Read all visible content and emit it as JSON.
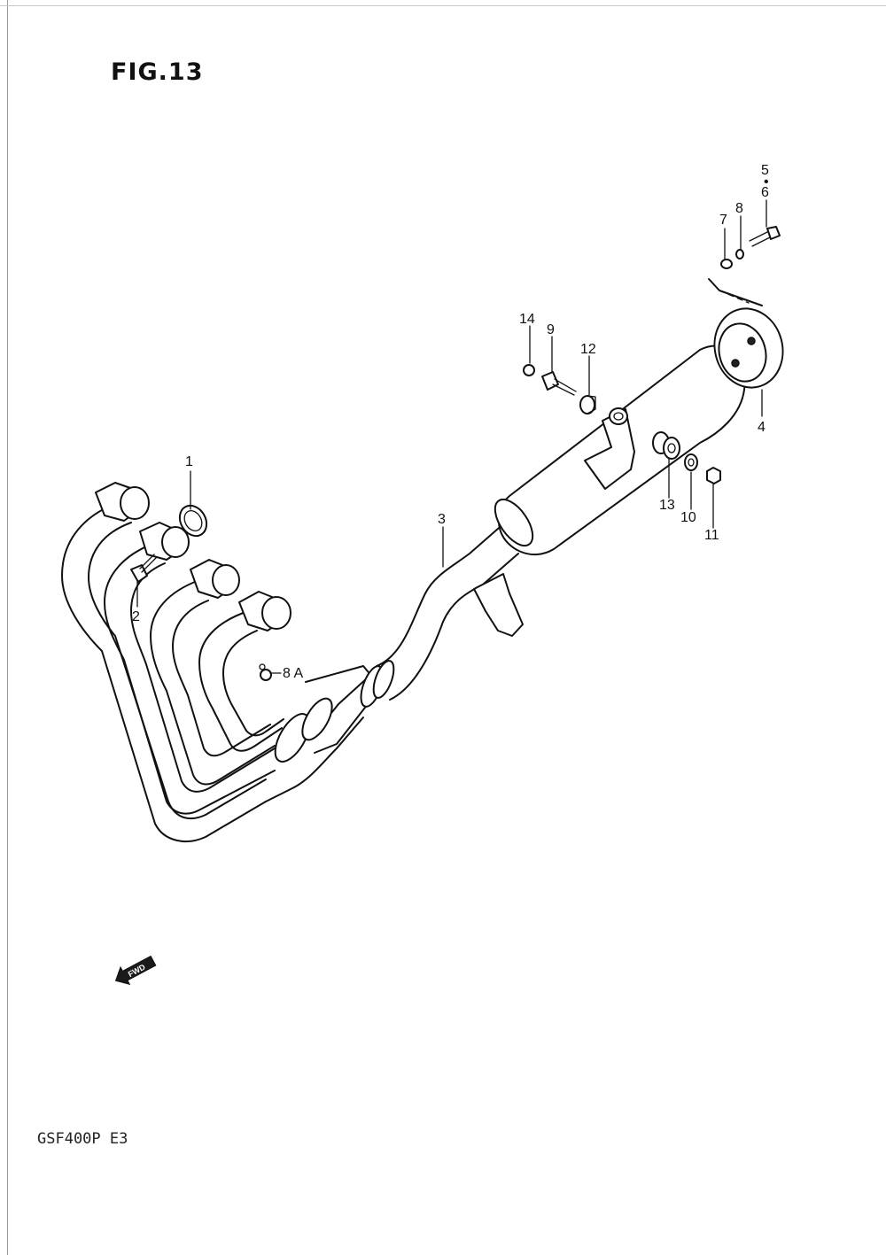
{
  "figure": {
    "title": "FIG.13",
    "model": "GSF400P E3",
    "fwd_label": "FWD"
  },
  "callouts": [
    {
      "id": "c1",
      "text": "1"
    },
    {
      "id": "c2",
      "text": "2"
    },
    {
      "id": "c3",
      "text": "3"
    },
    {
      "id": "c4",
      "text": "4"
    },
    {
      "id": "c5",
      "text": "5"
    },
    {
      "id": "c5dot",
      "text": "•"
    },
    {
      "id": "c6",
      "text": "6"
    },
    {
      "id": "c7",
      "text": "7"
    },
    {
      "id": "c8",
      "text": "8"
    },
    {
      "id": "c8a",
      "text": "8 A"
    },
    {
      "id": "c9",
      "text": "9"
    },
    {
      "id": "c10",
      "text": "10"
    },
    {
      "id": "c11",
      "text": "11"
    },
    {
      "id": "c12",
      "text": "12"
    },
    {
      "id": "c13",
      "text": "13"
    },
    {
      "id": "c14",
      "text": "14"
    }
  ]
}
